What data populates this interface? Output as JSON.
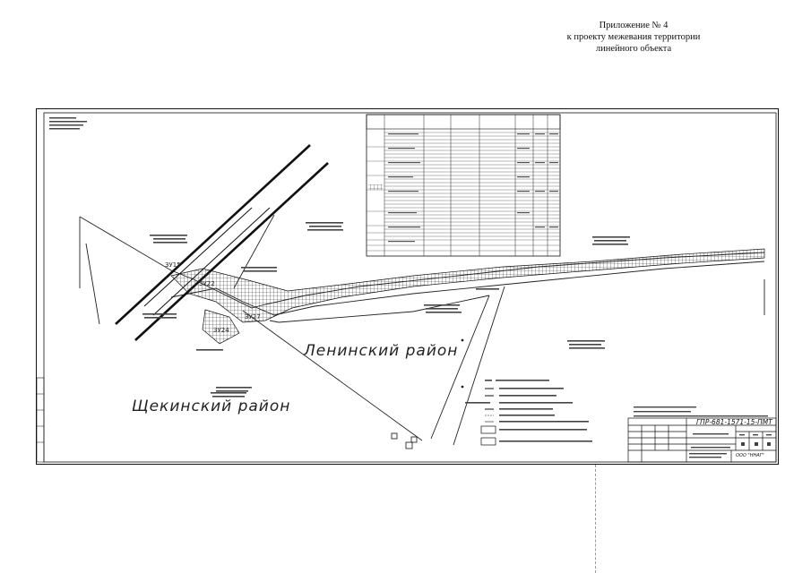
{
  "appendix": {
    "line1": "Приложение № 4",
    "line2": "к проекту межевания территории",
    "line3": "линейного объекта"
  },
  "districts": {
    "leninsky": "Ленинский район",
    "shchekinsky": "Щекинский район"
  },
  "points": [
    "ЗУ15",
    "ЗУ22",
    "ЗУ27",
    "ЗУ24"
  ],
  "stamp": {
    "code": "ГПР-681-1571-15-ПМТ",
    "company": "ООО \"ННАГ\""
  }
}
